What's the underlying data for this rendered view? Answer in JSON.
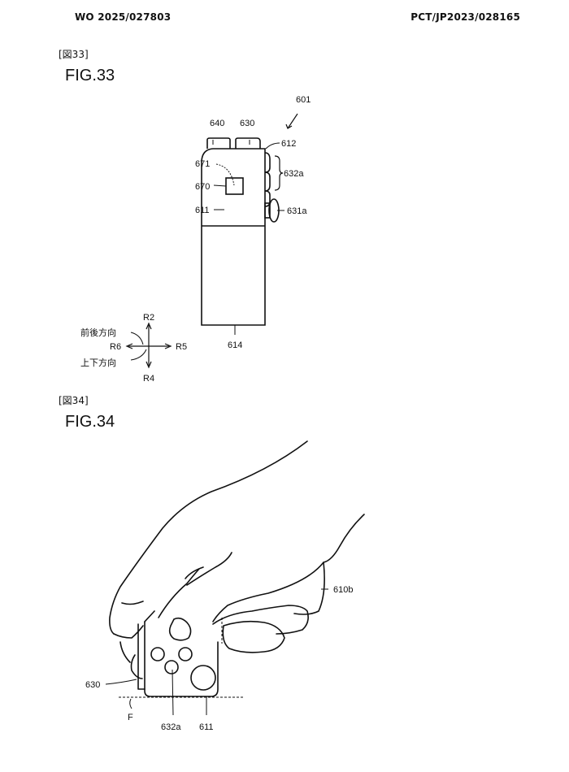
{
  "header": {
    "publication_number": "WO 2025/027803",
    "application_number": "PCT/JP2023/028165"
  },
  "figures": [
    {
      "tag": "[図33]",
      "label": "FIG.33",
      "reference_labels": {
        "device": "601",
        "button_640": "640",
        "button_630": "630",
        "top_612": "612",
        "item_671": "671",
        "item_670": "670",
        "housing_611": "611",
        "buttons_632a": "632a",
        "stick_631a": "631a",
        "bottom_614": "614"
      },
      "direction_legend": {
        "up": "R2",
        "down": "R4",
        "right": "R5",
        "left": "R6",
        "front_back_label": "前後方向",
        "up_down_label": "上下方向"
      }
    },
    {
      "tag": "[図34]",
      "label": "FIG.34",
      "reference_labels": {
        "hand": "610b",
        "button_630": "630",
        "floor": "F",
        "buttons_632a": "632a",
        "housing_611": "611"
      }
    }
  ]
}
